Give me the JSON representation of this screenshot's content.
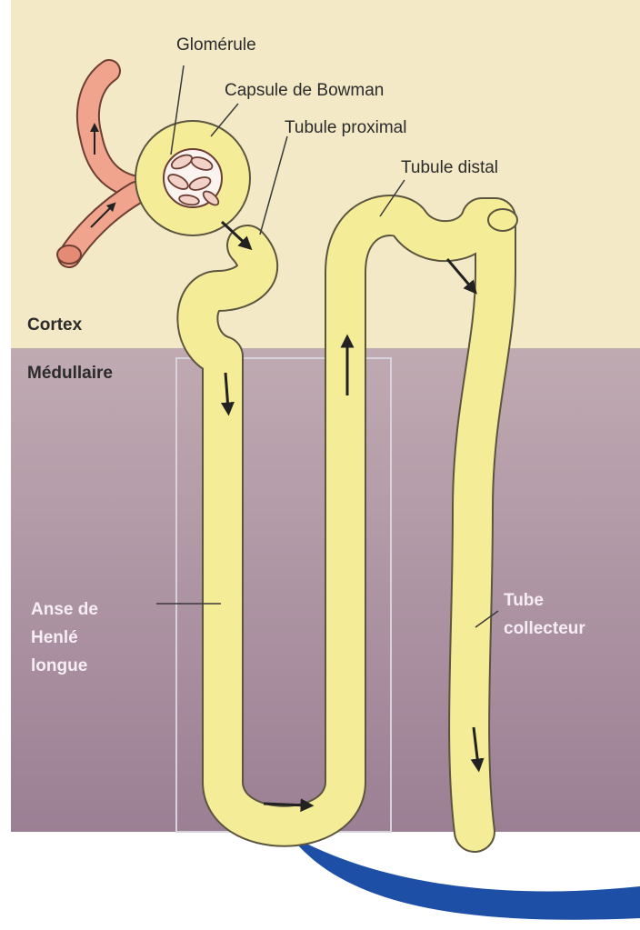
{
  "labels": {
    "glomerule": "Glomérule",
    "capsule": "Capsule de Bowman",
    "proximal": "Tubule proximal",
    "distal": "Tubule distal",
    "cortex": "Cortex",
    "medullaire": "Médullaire",
    "anse": [
      "Anse de",
      "Henlé",
      "longue"
    ],
    "tube": [
      "Tube",
      "collecteur"
    ]
  },
  "colors": {
    "cortex_bg": "#f3e9c6",
    "medulla_bg": "#a5889c",
    "tubule_fill": "#f5ec97",
    "tubule_stroke": "#5b5540",
    "vessel_fill": "#f0a38d",
    "vessel_stroke": "#6d3e33",
    "swoosh": "#1e4fa6"
  }
}
